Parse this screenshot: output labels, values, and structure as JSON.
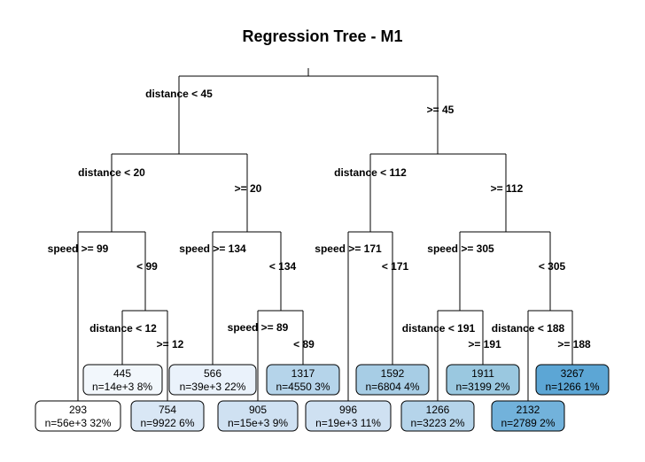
{
  "title": "Regression Tree - M1",
  "colors": {
    "l1": "#ffffff",
    "l2": "#f2f7fc",
    "l3": "#eaf2fb",
    "l4": "#d9e7f5",
    "l5": "#cfe1f2",
    "l6": "#b5d4ea",
    "l7": "#a7cde5",
    "l8": "#9ac8e0",
    "l9": "#72b2db",
    "l10": "#64a9d7",
    "l11": "#5ca6d5"
  },
  "splits": {
    "root_left": "distance < 45",
    "root_right": ">= 45",
    "a_left": "distance < 20",
    "a_right": ">= 20",
    "b_left": "distance < 112",
    "b_right": ">= 112",
    "c_left": "speed >= 99",
    "c_right": "< 99",
    "d_left": "speed >= 134",
    "d_right": "< 134",
    "e_left": "speed >= 171",
    "e_right": "< 171",
    "f_left": "speed >= 305",
    "f_right": "< 305",
    "g_left": "distance < 12",
    "g_right": ">= 12",
    "h_left": "speed >= 89",
    "h_right": "< 89",
    "i_left": "distance < 191",
    "i_right": ">= 191",
    "j_left": "distance < 188",
    "j_right": ">= 188"
  },
  "leaves": [
    {
      "value": "293",
      "stats": "n=56e+3  32%"
    },
    {
      "value": "445",
      "stats": "n=14e+3  8%"
    },
    {
      "value": "754",
      "stats": "n=9922  6%"
    },
    {
      "value": "566",
      "stats": "n=39e+3  22%"
    },
    {
      "value": "905",
      "stats": "n=15e+3  9%"
    },
    {
      "value": "1317",
      "stats": "n=4550  3%"
    },
    {
      "value": "996",
      "stats": "n=19e+3  11%"
    },
    {
      "value": "1592",
      "stats": "n=6804  4%"
    },
    {
      "value": "1266",
      "stats": "n=3223  2%"
    },
    {
      "value": "1911",
      "stats": "n=3199  2%"
    },
    {
      "value": "2132",
      "stats": "n=2789  2%"
    },
    {
      "value": "3267",
      "stats": "n=1266  1%"
    }
  ]
}
